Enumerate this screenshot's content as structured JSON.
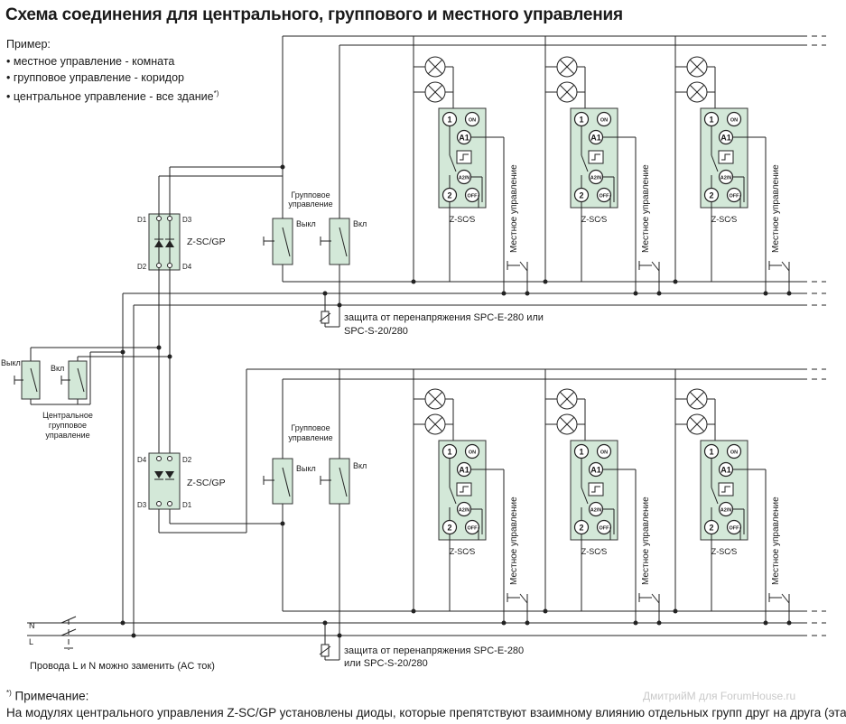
{
  "title": "Схема соединения для центрального, группового и местного управления",
  "example": {
    "heading": "Пример:",
    "items": [
      "• местное управление - комната",
      "• групповое управление - коридор",
      "• центральное управление - все здание"
    ],
    "footnote_mark": "*)"
  },
  "gp_module": {
    "name": "Z-SC/GP",
    "pins": [
      "D1",
      "D2",
      "D3",
      "D4"
    ]
  },
  "group_control": {
    "label_line1": "Групповое",
    "label_line2": "управление",
    "off_label": "Выкл",
    "on_label": "Вкл"
  },
  "central_control": {
    "off_label": "Выкл",
    "on_label": "Вкл",
    "label_line1": "Центральное",
    "label_line2": "групповое",
    "label_line3": "управление"
  },
  "switch_module": {
    "name": "Z-SC∕S",
    "pin_1": "1",
    "pin_on": "ON",
    "pin_a1": "A1",
    "pin_a2n": "A2/N",
    "pin_2": "2",
    "pin_off": "OFF"
  },
  "local_control_label": "Местное управление",
  "protection_top": {
    "line1": "защита от перенапряжения SPC-E-280 или",
    "line2": "SPC-S-20/280"
  },
  "protection_bottom": {
    "line1": "защита от перенапряжения SPC-E-280",
    "line2": "или SPC-S-20/280"
  },
  "supply": {
    "n_label": "N",
    "l_label": "L",
    "note": "Провода L и N можно заменить (AC ток)"
  },
  "note": {
    "mark": "*)",
    "heading": "Примечание:",
    "text": "На модулях центрального управления Z-SC/GP установлены диоды, которые препятствуют взаимному влиянию отдельных групп друг на друга (этажи)"
  },
  "watermark": "ДмитрийМ для ForumHouse.ru",
  "colors": {
    "module_fill": "#d3e8d8",
    "line": "#222222"
  }
}
